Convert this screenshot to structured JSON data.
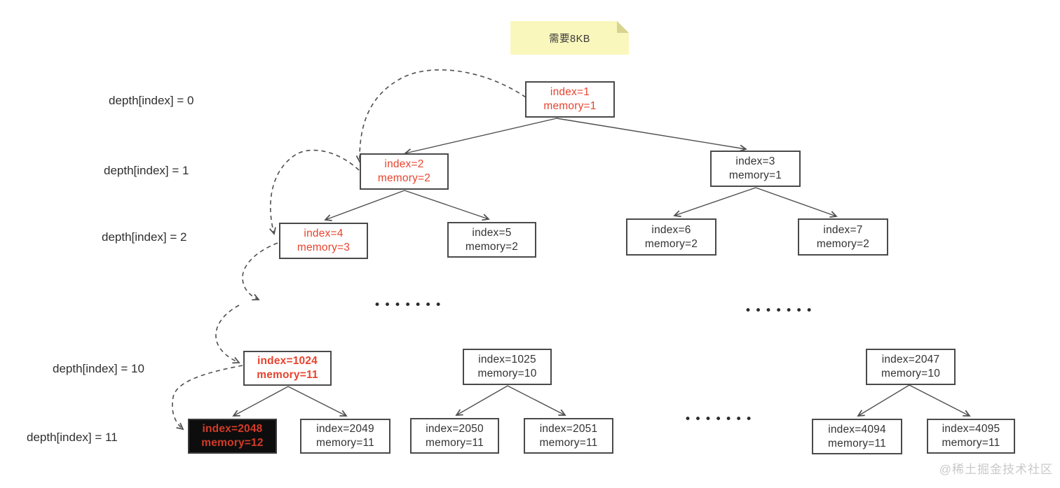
{
  "note": {
    "text": "需要8KB"
  },
  "depth_labels": [
    {
      "label": "depth[index] = 0"
    },
    {
      "label": "depth[index] = 1"
    },
    {
      "label": "depth[index] = 2"
    },
    {
      "label": "depth[index] = 10"
    },
    {
      "label": "depth[index] = 11"
    }
  ],
  "nodes": [
    {
      "line1": "index=1",
      "line2": "memory=1",
      "highlight": "red"
    },
    {
      "line1": "index=2",
      "line2": "memory=2",
      "highlight": "red"
    },
    {
      "line1": "index=3",
      "line2": "memory=1",
      "highlight": "none"
    },
    {
      "line1": "index=4",
      "line2": "memory=3",
      "highlight": "red"
    },
    {
      "line1": "index=5",
      "line2": "memory=2",
      "highlight": "none"
    },
    {
      "line1": "index=6",
      "line2": "memory=2",
      "highlight": "none"
    },
    {
      "line1": "index=7",
      "line2": "memory=2",
      "highlight": "none"
    },
    {
      "line1": "index=1024",
      "line2": "memory=11",
      "highlight": "red-bold"
    },
    {
      "line1": "index=1025",
      "line2": "memory=10",
      "highlight": "none"
    },
    {
      "line1": "index=2047",
      "line2": "memory=10",
      "highlight": "none"
    },
    {
      "line1": "index=2048",
      "line2": "memory=12",
      "highlight": "inverted-red-on-black"
    },
    {
      "line1": "index=2049",
      "line2": "memory=11",
      "highlight": "none"
    },
    {
      "line1": "index=2050",
      "line2": "memory=11",
      "highlight": "none"
    },
    {
      "line1": "index=2051",
      "line2": "memory=11",
      "highlight": "none"
    },
    {
      "line1": "index=4094",
      "line2": "memory=11",
      "highlight": "none"
    },
    {
      "line1": "index=4095",
      "line2": "memory=11",
      "highlight": "none"
    }
  ],
  "ellipsis": {
    "dots": "•••••••"
  },
  "watermark": {
    "text": "@稀土掘金技术社区"
  },
  "colors": {
    "accent_red": "#e8432e",
    "node_border": "#4a4a4a",
    "inverted_node_bg": "#0d0d0d",
    "line": "#4f4f4f",
    "note_bg": "#faf7bc",
    "note_fold": "#d8d48e",
    "watermark": "#c9c9c9"
  }
}
